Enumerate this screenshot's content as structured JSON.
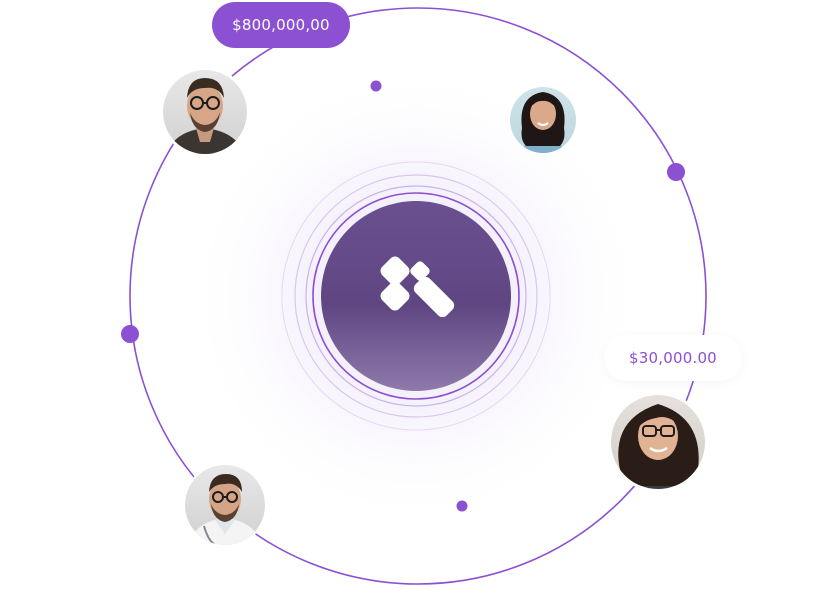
{
  "amounts": {
    "top_left": "$800,000,00",
    "right": "$30,000.00"
  },
  "colors": {
    "accent": "#8c50d3",
    "center_circle": "#5f4682",
    "center_circle_light": "#8f7aab",
    "background": "#ffffff"
  },
  "icons": {
    "center_logo": "brand-logo-icon"
  },
  "avatars": [
    {
      "name": "avatar-man-glasses-top-left"
    },
    {
      "name": "avatar-woman-top-right"
    },
    {
      "name": "avatar-woman-glasses-right"
    },
    {
      "name": "avatar-man-doctor-bottom-left"
    }
  ]
}
